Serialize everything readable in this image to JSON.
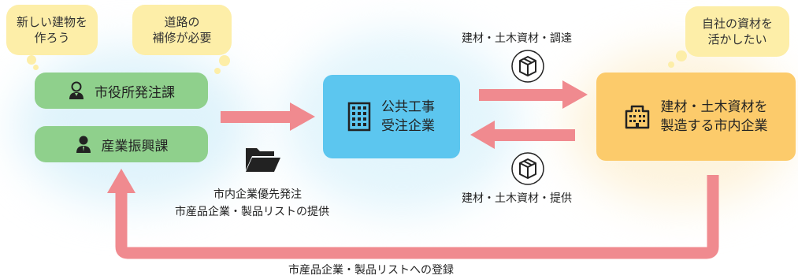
{
  "bubbles": {
    "new_building": "新しい建物を\n作ろう",
    "road_repair": "道路の\n補修が必要",
    "own_materials": "自社の資材を\n活かしたい"
  },
  "nodes": {
    "city_order_section": "市役所発注課",
    "industry_section": "産業振興課",
    "contractor": "公共工事\n受注企業",
    "manufacturer": "建材・土木資材を\n製造する市内企業"
  },
  "edges": {
    "procurement": "建材・土木資材・調達",
    "supply": "建材・土木資材・提供",
    "priority_order": "市内企業優先発注",
    "list_provision": "市産品企業・製品リストの提供",
    "registration": "市産品企業・製品リストへの登録"
  },
  "colors": {
    "green": "#8fd08c",
    "blue": "#5cc6ef",
    "orange": "#fccb6b",
    "arrow": "#f08a8f",
    "bubble": "#fdeea8"
  }
}
